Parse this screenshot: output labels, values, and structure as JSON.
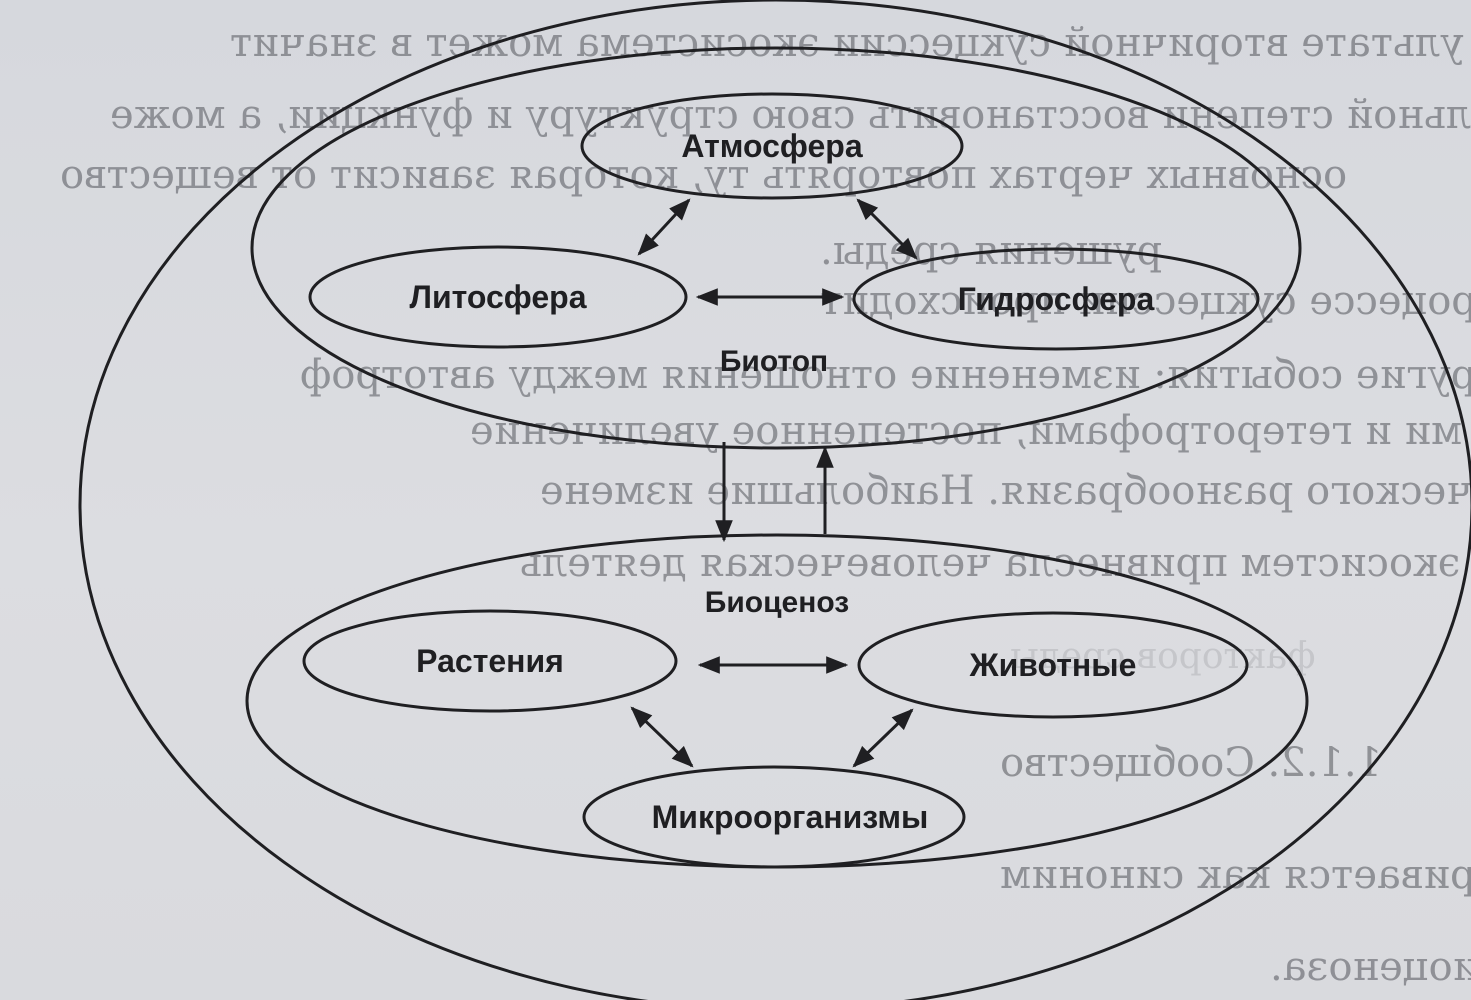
{
  "diagram": {
    "groups": {
      "biotope": {
        "label": "Биотоп",
        "nodes": {
          "atmosphere": "Атмосфера",
          "lithosphere": "Литосфера",
          "hydrosphere": "Гидросфера"
        }
      },
      "biocenosis": {
        "label": "Биоценоз",
        "nodes": {
          "plants": "Растения",
          "animals": "Животные",
          "microorganisms": "Микроорганизмы"
        }
      }
    },
    "links": [
      {
        "from": "Атмосфера",
        "to": "Литосфера",
        "direction": "both"
      },
      {
        "from": "Атмосфера",
        "to": "Гидросфера",
        "direction": "both"
      },
      {
        "from": "Литосфера",
        "to": "Гидросфера",
        "direction": "both"
      },
      {
        "from": "Биотоп",
        "to": "Биоценоз",
        "direction": "forward"
      },
      {
        "from": "Биоценоз",
        "to": "Биотоп",
        "direction": "forward"
      },
      {
        "from": "Растения",
        "to": "Животные",
        "direction": "both"
      },
      {
        "from": "Растения",
        "to": "Микроорганизмы",
        "direction": "both"
      },
      {
        "from": "Животные",
        "to": "Микроорганизмы",
        "direction": "both"
      }
    ]
  },
  "background_text": [
    "ультате вторичной сукцессии экосистема может в значит",
    "льной степени восстановить свою структуру и функции, а може",
    "основных чертах повторять ту, которая зависит от вещество",
    "рушения среды.",
    "Кроме того, в процессе сукцессии происходит",
    "ругие события: изменение отношения между автотроф",
    "ми и гетеротрофами, постепенное увеличение",
    "биологического разнообразия. Наибольшие измене",
    "в эволюцию экосистем привнесла человеческая деятель",
    "факторов среды",
    "1.1.2. Сообщество",
    "Термин «биоценоз» часто рассматривается как синоним",
    "биоценоза."
  ],
  "colors": {
    "ink": "#1f1f22",
    "paper": "#d9dbe0"
  }
}
